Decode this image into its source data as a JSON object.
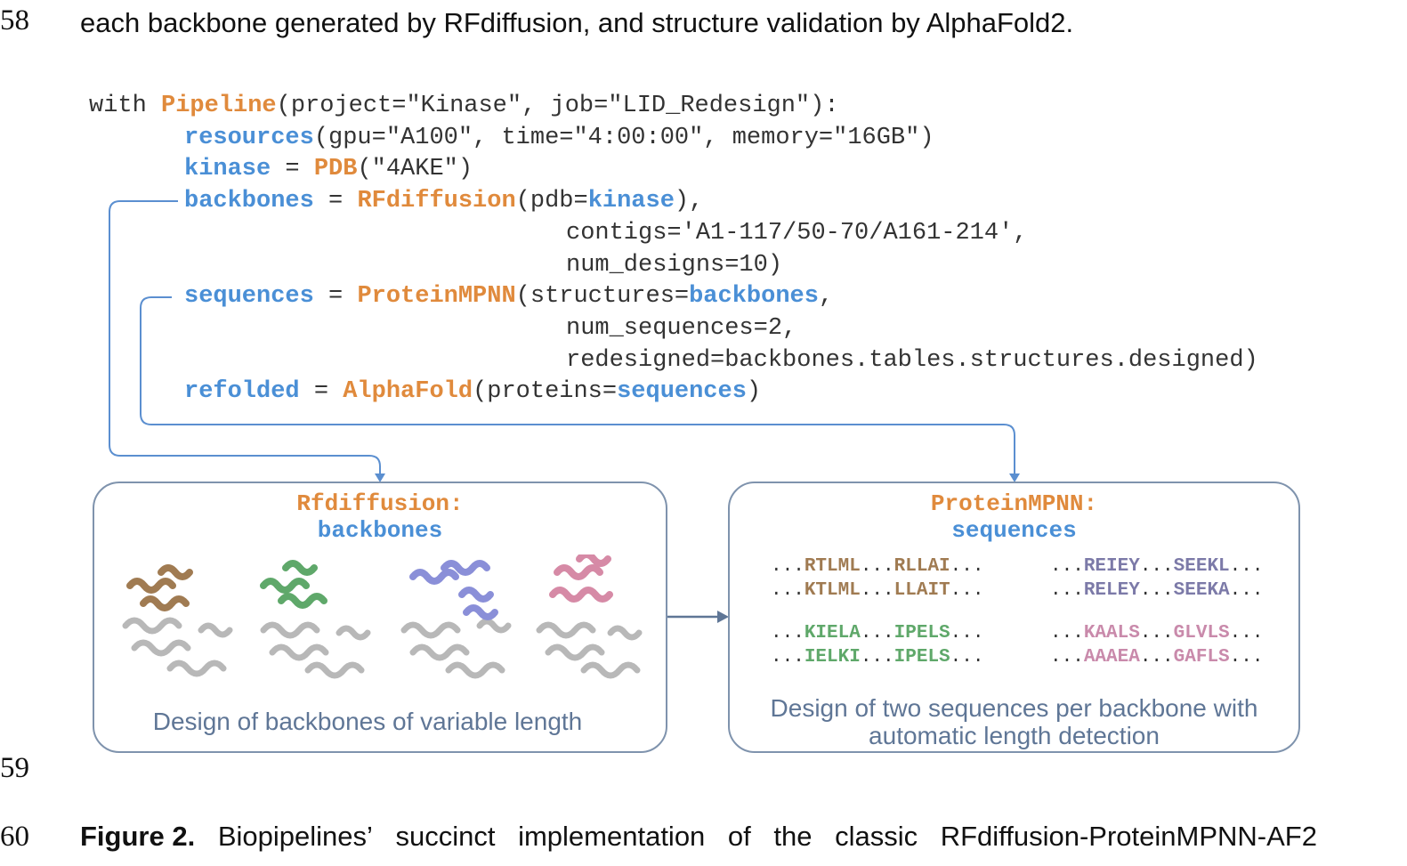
{
  "line_numbers": {
    "l58": "58",
    "l59": "59",
    "l60": "60"
  },
  "intro_text": "each backbone generated by RFdiffusion, and structure validation by AlphaFold2.",
  "code": {
    "line1": {
      "with": "with ",
      "pipeline": "Pipeline",
      "args": "(project=\"Kinase\", job=\"LID_Redesign\"):"
    },
    "line2": {
      "name": "resources",
      "args": "(gpu=\"A100\", time=\"4:00:00\", memory=\"16GB\")"
    },
    "line3": {
      "name": "kinase",
      "eq": " = ",
      "fn": "PDB",
      "args": "(\"4AKE\")"
    },
    "line4": {
      "name": "backbones",
      "eq": " = ",
      "fn": "RFdiffusion",
      "open": "(pdb=",
      "ref": "kinase",
      "close": "),"
    },
    "line5": "contigs='A1-117/50-70/A161-214',",
    "line6": "num_designs=10)",
    "line7": {
      "name": "sequences",
      "eq": " = ",
      "fn": "ProteinMPNN",
      "open": "(structures=",
      "ref": "backbones",
      "close": ","
    },
    "line8": "num_sequences=2,",
    "line9": "redesigned=backbones.tables.structures.designed)",
    "line10": {
      "name": "refolded",
      "eq": " = ",
      "fn": "AlphaFold",
      "open": "(proteins=",
      "ref": "sequences",
      "close": ")"
    }
  },
  "left_panel": {
    "title_line1": "Rfdiffusion:",
    "title_line2": "backbones",
    "note": "Design of backbones of variable length",
    "structures": [
      {
        "color": "#a07b52",
        "label": "brown"
      },
      {
        "color": "#5fa86a",
        "label": "green"
      },
      {
        "color": "#8a8fd8",
        "label": "blue"
      },
      {
        "color": "#d68aa6",
        "label": "pink"
      }
    ]
  },
  "right_panel": {
    "title_line1": "ProteinMPNN:",
    "title_line2": "sequences",
    "note_line1": "Design of two sequences per backbone with",
    "note_line2": "automatic length detection",
    "sequences": {
      "brown_a1": "RTLML",
      "brown_b1": "RLLAI",
      "brown_a2": "KTLML",
      "brown_b2": "LLAIT",
      "purple_a1": "REIEY",
      "purple_b1": "SEEKL",
      "purple_a2": "RELEY",
      "purple_b2": "SEEKA",
      "green_a1": "KIELA",
      "green_b1": "IPELS",
      "green_a2": "IELKI",
      "green_b2": "IPELS",
      "pink_a1": "KAALS",
      "pink_b1": "GLVLS",
      "pink_a2": "AAAEA",
      "pink_b2": "GAFLS"
    },
    "dots": "..."
  },
  "colors": {
    "orange": "#e08a3c",
    "blue": "#4a8fd6",
    "brown": "#a07b52",
    "green": "#5fa86a",
    "purple": "#7c7aa8",
    "pink": "#c98aab",
    "border": "#7f93ad"
  },
  "caption": {
    "label": "Figure 2.",
    "words": [
      "Biopipelines’",
      "succinct",
      "implementation",
      "of",
      "the",
      "classic",
      "RFdiffusion-ProteinMPNN-AF2"
    ]
  }
}
